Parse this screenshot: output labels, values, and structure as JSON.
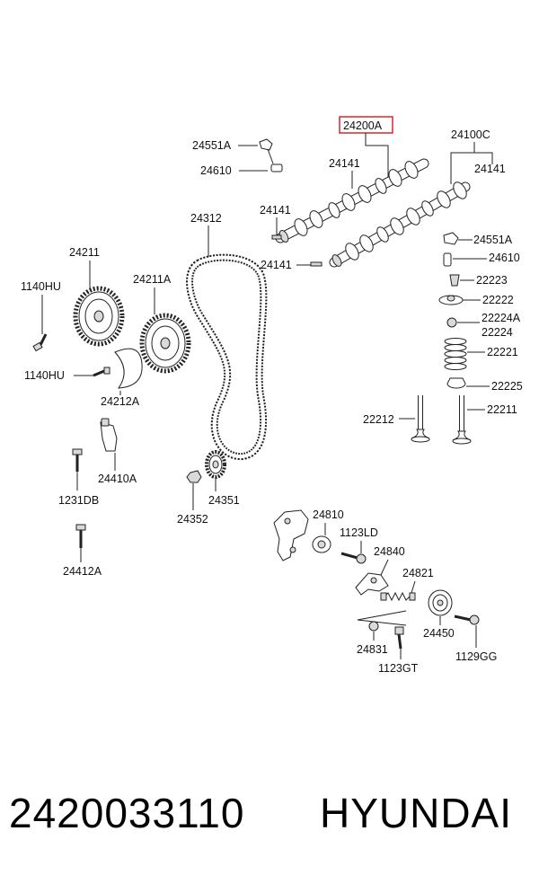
{
  "highlight_color": "#d9262e",
  "labels": {
    "l24200A": "24200A",
    "l24100C": "24100C",
    "l24551A_top": "24551A",
    "l24610_top": "24610",
    "l24141_a": "24141",
    "l24141_b": "24141",
    "l24141_c": "24141",
    "l24141_d": "24141",
    "l24312": "24312",
    "l24211": "24211",
    "l24211A": "24211A",
    "l1140HU_a": "1140HU",
    "l1140HU_b": "1140HU",
    "l24212A": "24212A",
    "l24551A_r": "24551A",
    "l24610_r": "24610",
    "l22223": "22223",
    "l22222": "22222",
    "l22224A": "22224A",
    "l22224": "22224",
    "l22221": "22221",
    "l22225": "22225",
    "l22212": "22212",
    "l22211": "22211",
    "l24410A": "24410A",
    "l1231DB": "1231DB",
    "l24352": "24352",
    "l24351": "24351",
    "l24412A": "24412A",
    "l24810": "24810",
    "l1123LD": "1123LD",
    "l24840": "24840",
    "l24821": "24821",
    "l24450": "24450",
    "l24831": "24831",
    "l1123GT": "1123GT",
    "l1129GG": "1129GG"
  },
  "footer": {
    "part_number": "2420033110",
    "brand": "HYUNDAI"
  }
}
